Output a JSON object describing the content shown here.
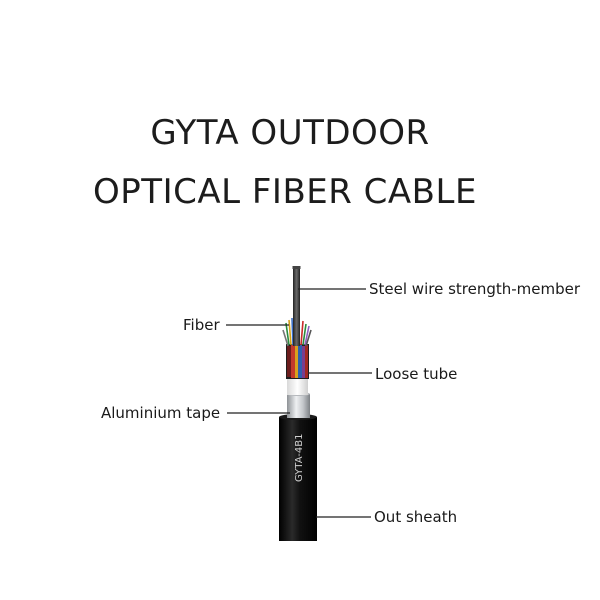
{
  "title": {
    "line1": "GYTA OUTDOOR",
    "line2": "OPTICAL FIBER CABLE"
  },
  "labels": {
    "steel_wire": "Steel wire strength-member",
    "fiber": "Fiber",
    "loose_tube": "Loose tube",
    "aluminium_tape": "Aluminium tape",
    "out_sheath": "Out sheath"
  },
  "cable_marking": "GYTA-4B1",
  "colors": {
    "sheath": "#0d0d0d",
    "aluminium": "#c9ccd0",
    "leader_line": "#222222"
  }
}
